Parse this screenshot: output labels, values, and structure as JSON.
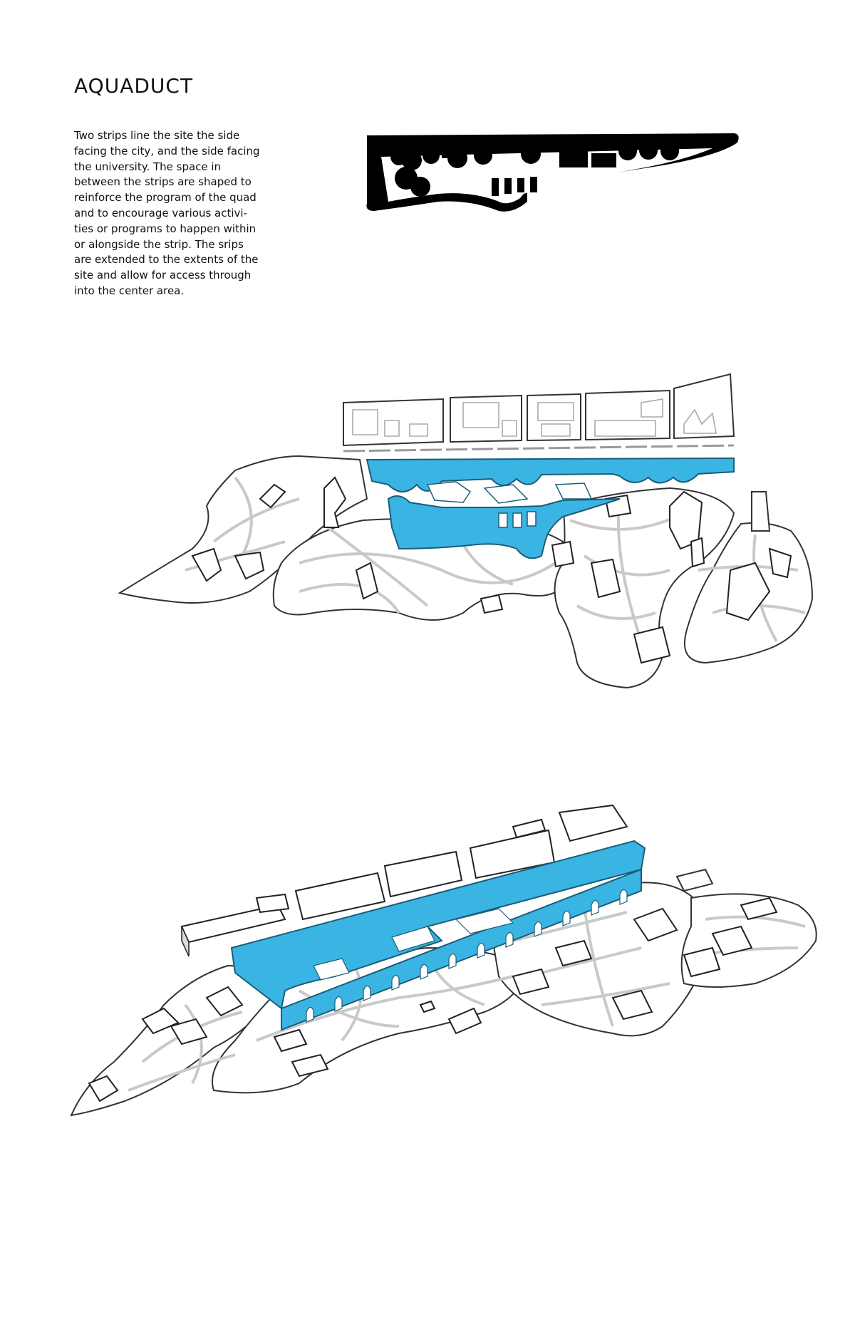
{
  "title": "AQUADUCT",
  "description_lines": [
    "Two strips line the site the side",
    "facing the city, and the side facing",
    "the university. The space in",
    "between the strips are shaped to",
    "reinforce the program of the quad",
    "and to encourage various activi-",
    "ties or programs to happen within",
    "or alongside the strip. The srips",
    "are extended to the extents of the",
    "site and allow for access through",
    "into the center area."
  ],
  "colors": {
    "strip_highlight": "#3ab4e2",
    "figure_ground": "#000000",
    "outline": "#333333",
    "background": "#ffffff"
  }
}
